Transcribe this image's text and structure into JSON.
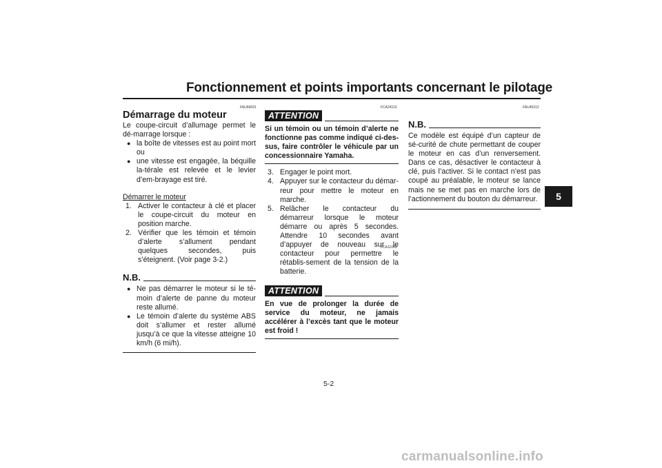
{
  "header": {
    "title": "Fonctionnement et points importants concernant le pilotage"
  },
  "chapter_tab": "5",
  "page_number": "5-2",
  "watermark": "carmanualsonline.info",
  "col1": {
    "code": "FAU66691",
    "heading": "Démarrage du moteur",
    "intro": "Le coupe-circuit d’allumage permet le dé-marrage lorsque :",
    "bullets": [
      "la boîte de vitesses est au point mort ou",
      "une vitesse est engagée, la béquille la-térale est relevée et le levier d’em-brayage est tiré."
    ],
    "subheading": "Démarrer le moteur",
    "steps": [
      {
        "n": "1.",
        "text": "Activer le contacteur à clé et placer le coupe-circuit du moteur en position marche."
      },
      {
        "n": "2.",
        "text": "Vérifier que les témoin et témoin d’alerte s’allument pendant quelques secondes, puis s’éteignent. (Voir page 3-2.)"
      }
    ],
    "nb_title": "N.B.",
    "nb_bullets": [
      "Ne pas démarrer le moteur si le té-moin d’alerte de panne du moteur reste allumé.",
      "Le témoin d’alerte du système ABS doit s’allumer et rester allumé jusqu’à ce que la vitesse atteigne 10 km/h (6 mi/h)."
    ]
  },
  "col2": {
    "code1": "FCA24110",
    "attention_label": "ATTENTION",
    "attention1_text": "Si un témoin ou un témoin d’alerte ne fonctionne pas comme indiqué ci-des-sus, faire contrôler le véhicule par un concessionnaire Yamaha.",
    "steps": [
      {
        "n": "3.",
        "text": "Engager le point mort."
      },
      {
        "n": "4.",
        "text": "Appuyer sur le contacteur du démar-reur pour mettre le moteur en marche."
      },
      {
        "n": "5.",
        "text": "Relâcher le contacteur du démarreur lorsque le moteur démarre ou après 5 secondes. Attendre 10 secondes avant d’appuyer de nouveau sur le contacteur pour permettre le rétablis-sement de la tension de la batterie."
      }
    ],
    "code2": "FCA11043",
    "attention2_text": "En vue de prolonger la durée de service du moteur, ne jamais accélérer à l’excès tant que le moteur est froid !"
  },
  "col3": {
    "code": "FAU45312",
    "nb_title": "N.B.",
    "nb_text": "Ce modèle est équipé d’un capteur de sé-curité de chute permettant de couper le moteur en cas d’un renversement. Dans ce cas, désactiver le contacteur à clé, puis l’activer. Si le contact n’est pas coupé au préalable, le moteur se lance mais ne se met pas en marche lors de l’actionnement du bouton du démarreur."
  }
}
